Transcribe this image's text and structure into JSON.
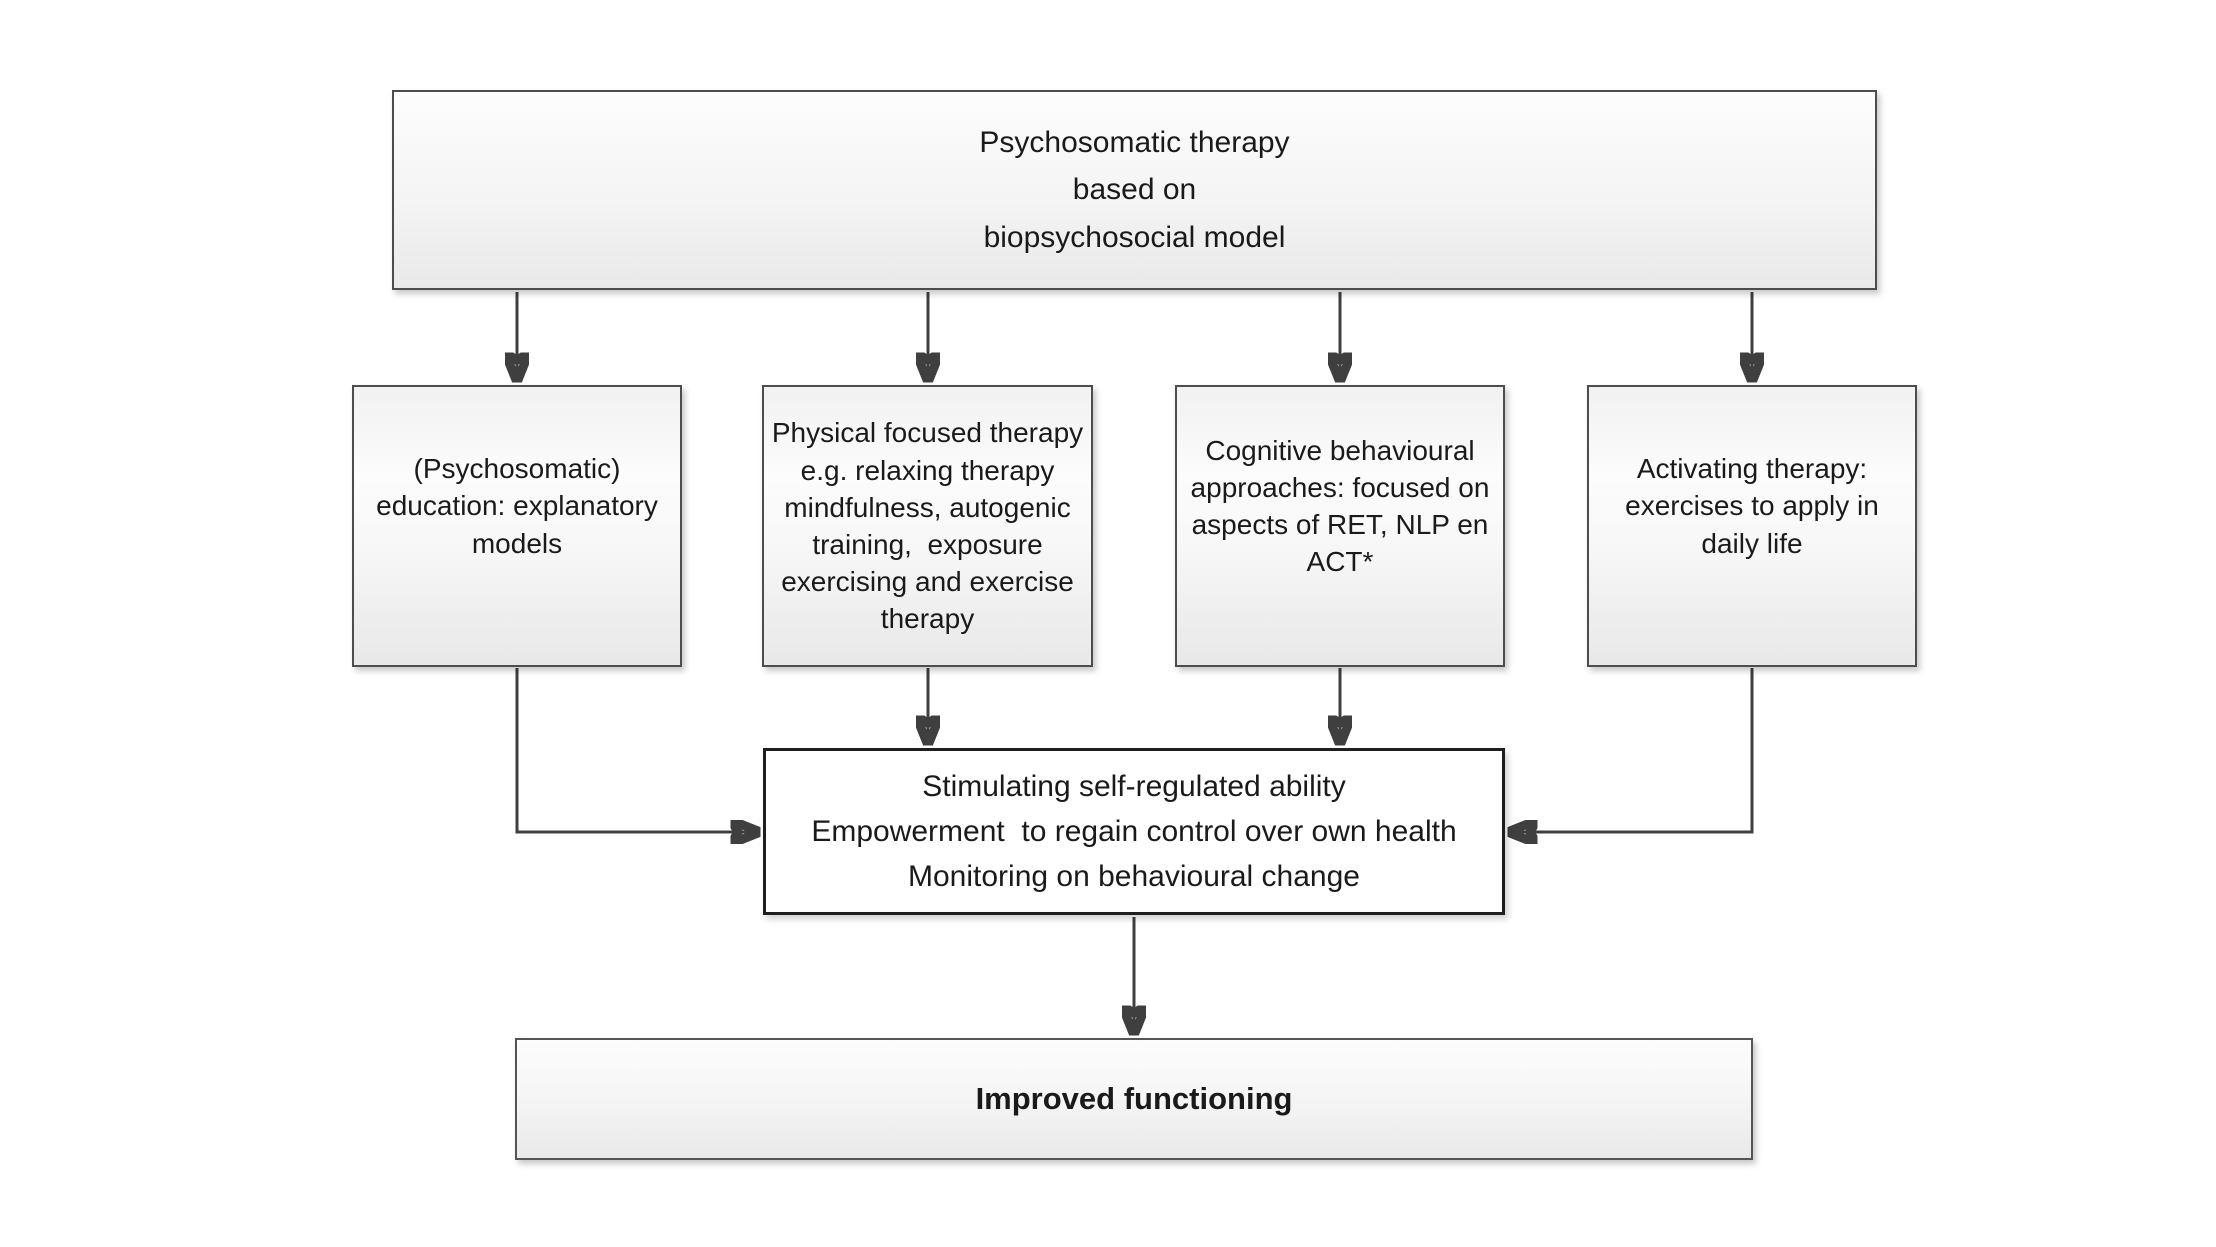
{
  "diagram": {
    "title": "Psychosomatic therapy flowchart",
    "nodes": {
      "root": {
        "text": "Psychosomatic therapy\nbased on\nbiopsychosocial model"
      },
      "education": {
        "text": "(Psychosomatic)\neducation: explanatory\nmodels"
      },
      "physical": {
        "text": "Physical focused therapy\ne.g. relaxing therapy\nmindfulness, autogenic\ntraining,  exposure\nexercising and exercise\ntherapy"
      },
      "cognitive": {
        "text": "Cognitive behavioural\napproaches: focused on\naspects of RET, NLP en\nACT*"
      },
      "activating": {
        "text": "Activating therapy:\nexercises to apply in\ndaily life"
      },
      "integration": {
        "text": "Stimulating self-regulated ability\nEmpowerment  to regain control over own health\nMonitoring on behavioural change"
      },
      "outcome": {
        "text": "Improved functioning"
      }
    },
    "colors": {
      "background": "#ffffff",
      "box_border": "#4d4d4d",
      "central_box_border": "#1f1f1f",
      "arrow": "#3f3f3f",
      "text": "#1a1a1a",
      "box_fill_light": "#fcfcfc",
      "box_fill_gray": "#e8e8e8"
    }
  }
}
